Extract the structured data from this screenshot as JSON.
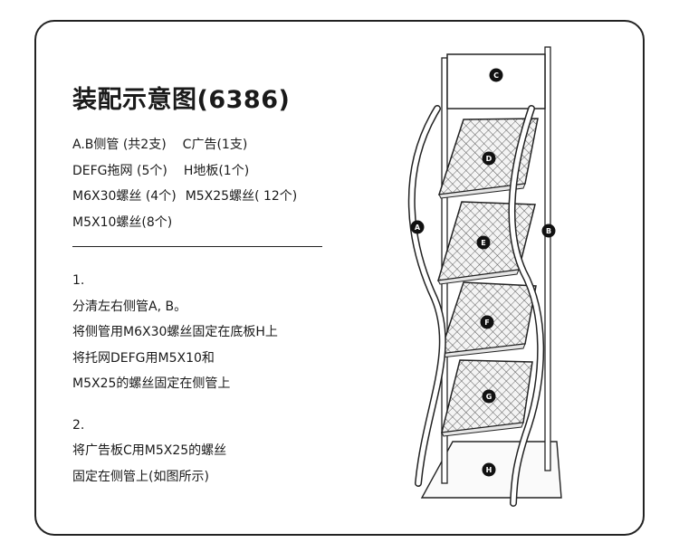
{
  "title": "装配示意图(6386)",
  "parts_list": [
    [
      "A.B侧管 (共2支)",
      "C广告(1支)"
    ],
    [
      "DEFG拖网 (5个)",
      "H地板(1个)"
    ],
    [
      "M6X30螺丝 (4个)",
      "M5X25螺丝( 12个)"
    ],
    [
      "M5X10螺丝(8个)"
    ]
  ],
  "steps": [
    {
      "number": "1.",
      "lines": [
        "分清左右侧管A, B。",
        "将侧管用M6X30螺丝固定在底板H上",
        "将托网DEFG用M5X10和",
        "M5X25的螺丝固定在侧管上"
      ]
    },
    {
      "number": "2.",
      "lines": [
        "将广告板C用M5X25的螺丝",
        "固定在侧管上(如图所示)"
      ]
    }
  ],
  "diagram_labels": {
    "ad_board": "C",
    "tray_1": "D",
    "tray_2": "E",
    "tray_3": "F",
    "tray_4": "G",
    "base_plate": "H",
    "left_pipe": "A",
    "right_pipe": "B"
  }
}
